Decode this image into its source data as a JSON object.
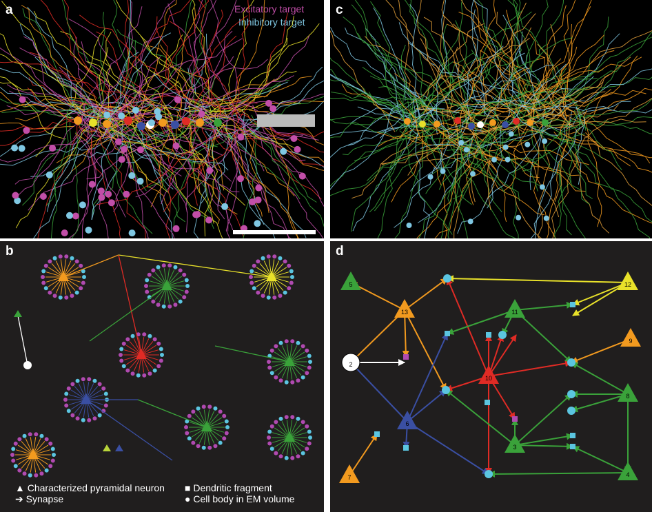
{
  "panels": {
    "a": {
      "label": "a",
      "legend_excitatory": "Excitatory target",
      "legend_inhibitory": "Inhibitory target",
      "colors": {
        "excitatory": "#c24ea8",
        "inhibitory": "#7fc7e2"
      }
    },
    "b": {
      "label": "b",
      "legend": {
        "pyramidal": "Characterized pyramidal neuron",
        "synapse": "Synapse",
        "dendritic": "Dendritic fragment",
        "cellbody": "Cell body in EM volume"
      }
    },
    "c": {
      "label": "c"
    },
    "d": {
      "label": "d",
      "nodes": [
        {
          "id": "5",
          "color": "#3aa23a"
        },
        {
          "id": "12",
          "color": "#e8e12a"
        },
        {
          "id": "13",
          "color": "#f29a1f"
        },
        {
          "id": "11",
          "color": "#3aa23a"
        },
        {
          "id": "9",
          "color": "#f29a1f"
        },
        {
          "id": "2",
          "color": "#ffffff"
        },
        {
          "id": "10",
          "color": "#e02b25"
        },
        {
          "id": "8",
          "color": "#3aa23a"
        },
        {
          "id": "6",
          "color": "#3a4fa3"
        },
        {
          "id": "3",
          "color": "#3aa23a"
        },
        {
          "id": "7",
          "color": "#f29a1f"
        },
        {
          "id": "4",
          "color": "#3aa23a"
        }
      ]
    }
  }
}
